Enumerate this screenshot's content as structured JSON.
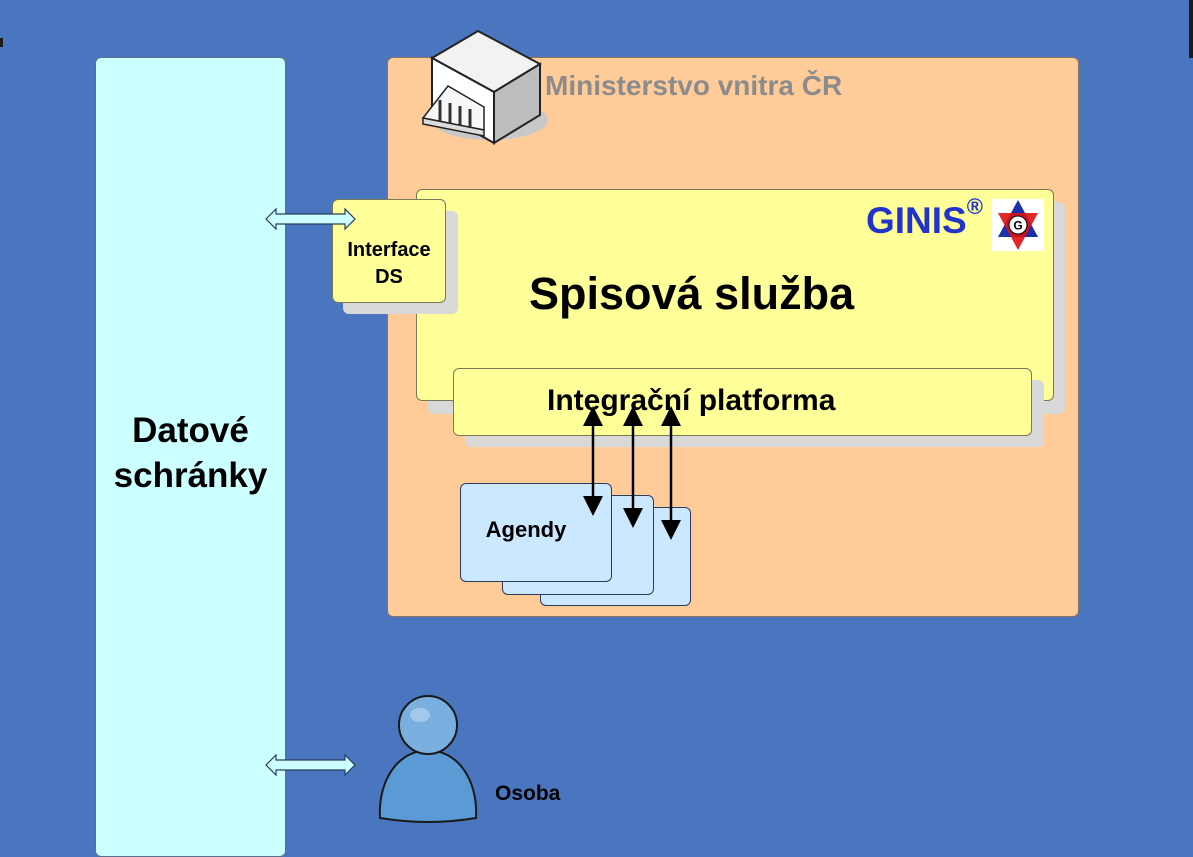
{
  "datove_schranky": {
    "label": "Datové schránky"
  },
  "ministerstvo": {
    "label": "Ministerstvo vnitra ČR"
  },
  "spisova_sluzba": {
    "label": "Spisová služba"
  },
  "ginis": {
    "label": "GINIS",
    "reg": "®",
    "logo_letter": "G"
  },
  "interface_ds": {
    "label": "Interface DS"
  },
  "integracni_platforma": {
    "label": "Integrační platforma"
  },
  "agendy": {
    "label": "Agendy"
  },
  "osoba": {
    "label": "Osoba"
  },
  "colors": {
    "background": "#4a76bf",
    "datove_box": "#ccffff",
    "ministerstvo_box": "#ffcc99",
    "yellow_box": "#ffff99",
    "agendy_box": "#cce8ff",
    "ginis_text": "#2233cc",
    "ministerstvo_text": "#8c8c8c"
  },
  "icons": [
    "building-icon",
    "person-icon",
    "ginis-logo-icon",
    "double-arrow-icon"
  ]
}
